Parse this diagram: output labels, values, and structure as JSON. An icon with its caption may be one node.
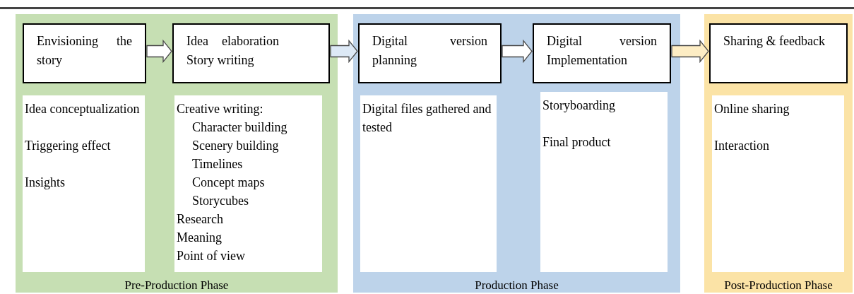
{
  "diagram": {
    "nodes": [
      {
        "text": [
          "Pre-Production Phase"
        ]
      },
      {
        "text": [
          "Envisioning the story"
        ],
        "in": 0
      },
      {
        "text": [
          "Idea elaboration Story writing"
        ],
        "in": 0
      },
      {
        "text": [
          "Idea conceptualization",
          "Triggering effect",
          "Insights"
        ],
        "in": 0
      },
      {
        "text": [
          "Creative writing:",
          "Character building",
          "Scenery building",
          "Timelines",
          "Concept maps",
          "Storycubes",
          "Research",
          "Meaning",
          "Point of view"
        ],
        "in": 0
      },
      {
        "text": [
          "Production Phase"
        ]
      },
      {
        "text": [
          "Digital version planning"
        ],
        "in": 5
      },
      {
        "text": [
          "Digital version Implementation"
        ],
        "in": 5
      },
      {
        "text": [
          "Digital files gathered and tested"
        ],
        "in": 5
      },
      {
        "text": [
          "Storyboarding",
          "Final product"
        ],
        "in": 5
      },
      {
        "text": [
          "Post-Production Phase"
        ]
      },
      {
        "text": [
          "Sharing & feedback"
        ],
        "in": 10
      },
      {
        "text": [
          "Online sharing",
          "Interaction"
        ],
        "in": 10
      }
    ],
    "edges": [
      {
        "from": 1,
        "to": 2,
        "arrow": "to"
      },
      {
        "from": 2,
        "to": 6,
        "arrow": "to",
        "color": "#dde9f6"
      },
      {
        "from": 6,
        "to": 7,
        "arrow": "to"
      },
      {
        "from": 7,
        "to": 11,
        "arrow": "to",
        "color": "#fdedc4"
      }
    ]
  }
}
